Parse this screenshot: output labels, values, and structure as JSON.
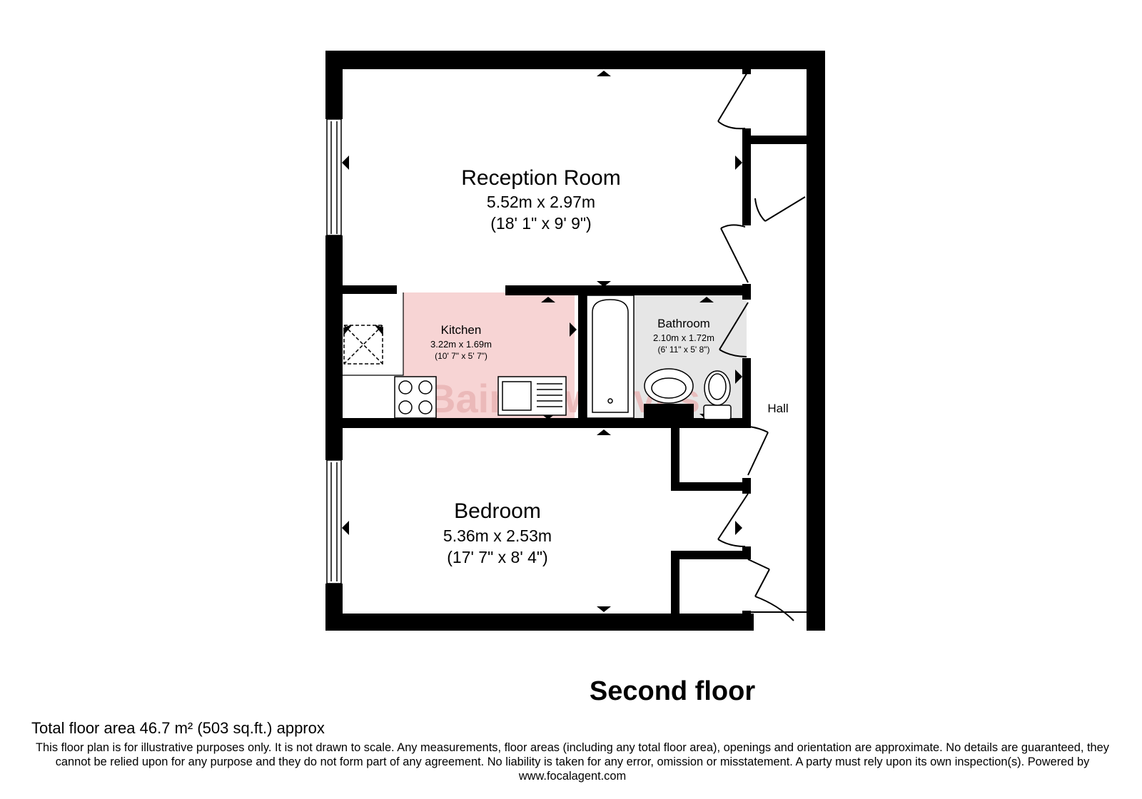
{
  "rooms": {
    "reception": {
      "name": "Reception Room",
      "metric": "5.52m x 2.97m",
      "imperial": "(18' 1\" x 9' 9\")"
    },
    "kitchen": {
      "name": "Kitchen",
      "metric": "3.22m x 1.69m",
      "imperial": "(10' 7\" x 5' 7\")"
    },
    "bathroom": {
      "name": "Bathroom",
      "metric": "2.10m x 1.72m",
      "imperial": "(6' 11\" x 5' 8\")"
    },
    "hall": {
      "name": "Hall"
    },
    "bedroom": {
      "name": "Bedroom",
      "metric": "5.36m x 2.53m",
      "imperial": "(17' 7\" x 8' 4\")"
    }
  },
  "watermark": "Bairstow Eves",
  "floor_title": "Second floor",
  "total_area": "Total floor area 46.7 m² (503 sq.ft.) approx",
  "disclaimer": "This floor plan is for illustrative purposes only. It is not drawn to scale. Any measurements, floor areas (including any total floor area), openings and orientation are approximate. No details are guaranteed, they cannot be relied upon for any purpose and they do not form part of any agreement. No liability is taken for any error, omission or misstatement. A party must rely upon its own inspection(s). Powered by www.focalagent.com",
  "colors": {
    "wall": "#000000",
    "kitchen_fill": "#f7d4d4",
    "bathroom_fill": "#e6e6e6",
    "watermark": "#e8b0b0"
  }
}
